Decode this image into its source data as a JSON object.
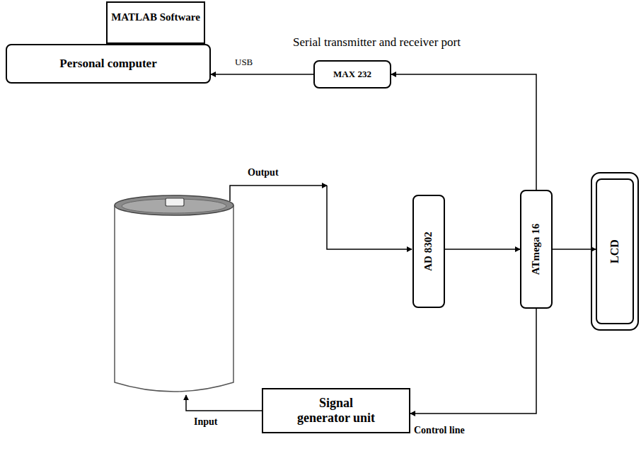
{
  "diagram": {
    "nodes": [
      {
        "text": [
          "MATLAB Software"
        ]
      },
      {
        "text": [
          "Personal computer"
        ]
      },
      {
        "text": [
          "MAX 232"
        ]
      },
      {
        "text": [
          "AD 8302"
        ]
      },
      {
        "text": [
          "ATmega 16"
        ]
      },
      {
        "text": [
          "LCD"
        ]
      },
      {
        "text": [
          "Signal generator unit"
        ]
      }
    ],
    "edges": [
      {
        "from": 2,
        "to": 1,
        "label": "USB",
        "arrow": "to"
      },
      {
        "from": 4,
        "to": 2,
        "arrow": "to"
      },
      {
        "from": 3,
        "to": 4,
        "arrow": "to"
      },
      {
        "from": 4,
        "to": 5,
        "arrow": "to"
      },
      {
        "from": 4,
        "to": 6,
        "label": "Control line",
        "arrow": "to"
      }
    ],
    "labels": [
      "Serial transmitter and receiver port",
      "Output",
      "Input"
    ]
  }
}
